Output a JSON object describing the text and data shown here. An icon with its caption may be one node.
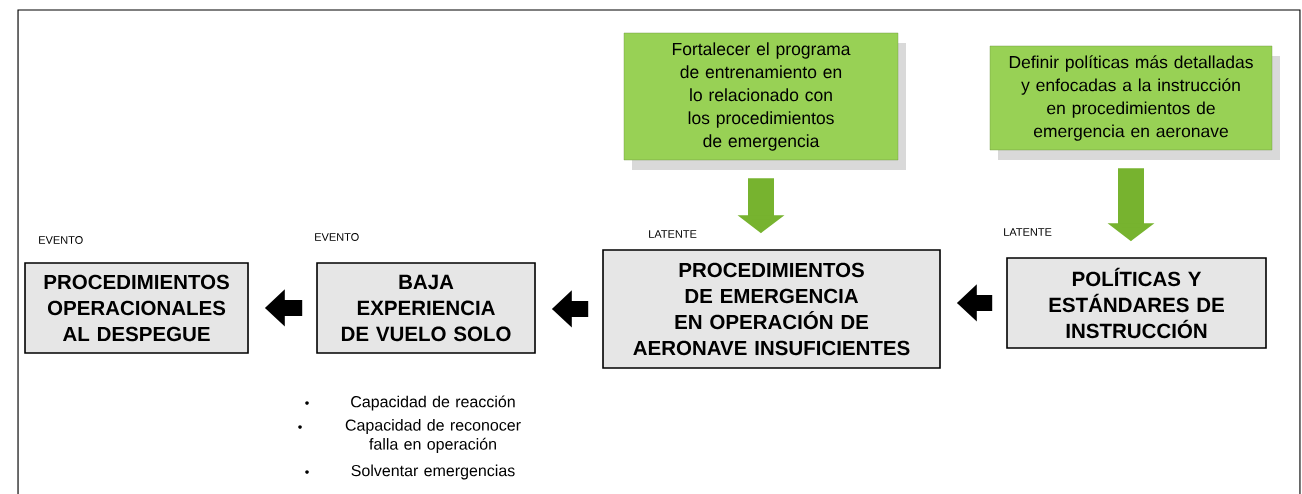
{
  "diagram": {
    "nodes": [
      {
        "text": [
          "PROCEDIMIENTOS OPERACIONALES AL DESPEGUE"
        ],
        "beside": [
          "EVENTO"
        ]
      },
      {
        "text": [
          "BAJA EXPERIENCIA DE VUELO SOLO"
        ],
        "beside": [
          "EVENTO",
          "Capacidad de reacción",
          "Capacidad de reconocer falla en operación",
          "Solventar emergencias"
        ]
      },
      {
        "text": [
          "PROCEDIMIENTOS DE EMERGENCIA EN OPERACIÓN DE AERONAVE INSUFICIENTES"
        ],
        "beside": [
          "LATENTE"
        ]
      },
      {
        "text": [
          "POLÍTICAS Y ESTÁNDARES DE INSTRUCCIÓN"
        ],
        "beside": [
          "LATENTE"
        ]
      },
      {
        "text": [
          "Fortalecer el programa de entrenamiento en lo relacionado con los procedimientos de emergencia"
        ]
      },
      {
        "text": [
          "Definir políticas más detalladas y enfocadas a la instrucción en procedimientos de emergencia en aeronave"
        ]
      }
    ],
    "edges": [
      {
        "from": 1,
        "to": 0,
        "arrow": "to"
      },
      {
        "from": 2,
        "to": 1,
        "arrow": "to"
      },
      {
        "from": 3,
        "to": 2,
        "arrow": "to"
      },
      {
        "from": 4,
        "to": 2,
        "arrow": "to",
        "color": "#77b32f"
      },
      {
        "from": 5,
        "to": 3,
        "arrow": "to",
        "color": "#77b32f"
      }
    ]
  }
}
